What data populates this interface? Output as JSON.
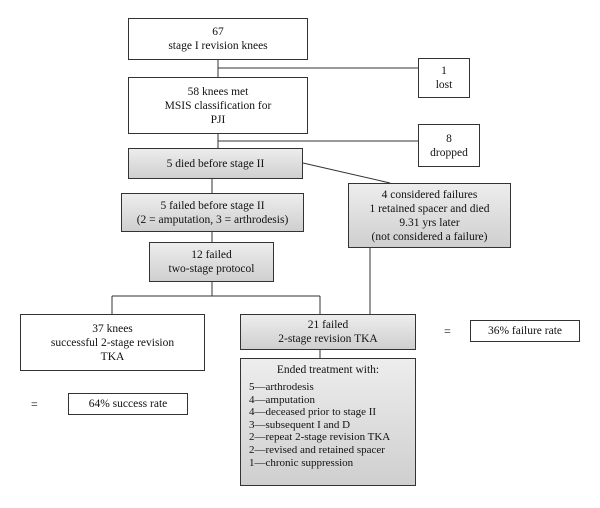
{
  "nodes": {
    "start": {
      "lines": [
        "67",
        "stage I revision knees"
      ]
    },
    "lost": {
      "lines": [
        "1",
        "lost"
      ]
    },
    "msis": {
      "lines": [
        "58 knees met",
        "MSIS classification for",
        "PJI"
      ]
    },
    "dropped": {
      "lines": [
        "8",
        "dropped"
      ]
    },
    "died": {
      "lines": [
        "5 died before stage II"
      ]
    },
    "failed_before": {
      "lines": [
        "5 failed before stage II",
        "(2 = amputation, 3 = arthrodesis)"
      ]
    },
    "considered": {
      "lines": [
        "4 considered failures",
        "1 retained spacer and died",
        "9.31 yrs later",
        "(not considered a failure)"
      ]
    },
    "failed_protocol": {
      "lines": [
        "12 failed",
        "two-stage protocol"
      ]
    },
    "successful": {
      "lines": [
        "37 knees",
        "successful 2-stage revision",
        "TKA"
      ]
    },
    "failed_tka": {
      "lines": [
        "21 failed",
        "2-stage revision TKA"
      ]
    },
    "failure_rate": {
      "lines": [
        "36% failure rate"
      ]
    },
    "success_rate": {
      "lines": [
        "64% success rate"
      ]
    }
  },
  "equals_sign": "=",
  "outcomes": {
    "title": "Ended treatment with:",
    "items": [
      "5—arthrodesis",
      "4—amputation",
      "4—deceased prior to stage II",
      "3—subsequent I and D",
      "2—repeat 2-stage revision TKA",
      "2—revised and retained spacer",
      "1—chronic suppression"
    ]
  }
}
